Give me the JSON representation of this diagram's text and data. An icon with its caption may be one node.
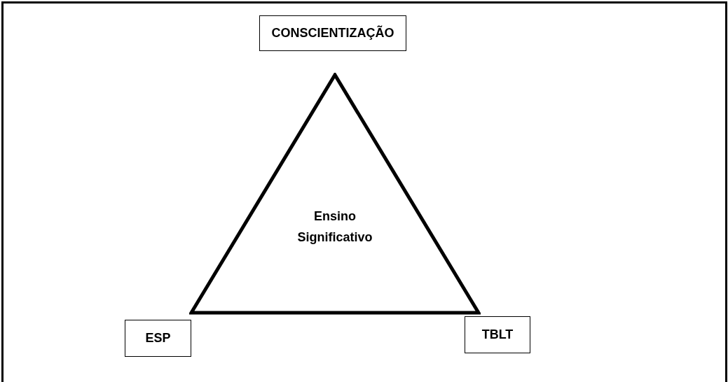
{
  "diagram": {
    "nodes": [
      {
        "text": [
          "CONSCIENTIZAÇÃO"
        ]
      },
      {
        "text": [
          "Ensino Significativo"
        ]
      },
      {
        "text": [
          "ESP"
        ]
      },
      {
        "text": [
          "TBLT"
        ]
      }
    ]
  }
}
